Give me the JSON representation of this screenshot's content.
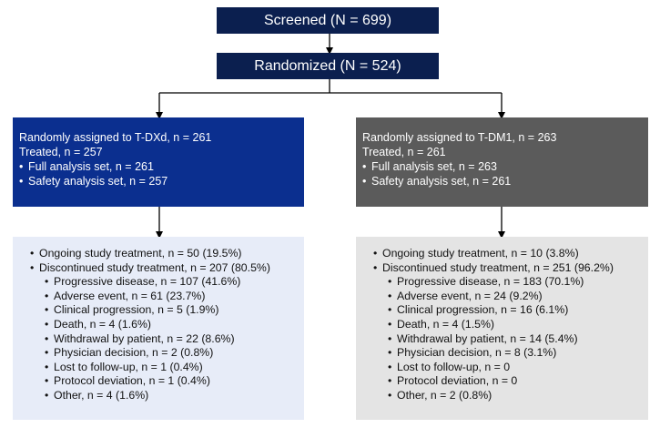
{
  "screened": "Screened (N = 699)",
  "randomized": "Randomized (N = 524)",
  "bullet": "•",
  "left_arm": {
    "lines": [
      "Randomly assigned to T-DXd, n = 261",
      "Treated, n = 257"
    ],
    "bullets": [
      "Full analysis set, n = 261",
      "Safety analysis set, n = 257"
    ]
  },
  "right_arm": {
    "lines": [
      "Randomly assigned to T-DM1, n = 263",
      "Treated, n = 261"
    ],
    "bullets": [
      "Full analysis set, n = 263",
      "Safety analysis set, n = 261"
    ]
  },
  "left_disposition": {
    "main": [
      "Ongoing study treatment, n = 50 (19.5%)",
      "Discontinued study treatment, n = 207 (80.5%)"
    ],
    "reasons": [
      "Progressive disease, n = 107 (41.6%)",
      "Adverse event, n = 61 (23.7%)",
      "Clinical progression, n = 5 (1.9%)",
      "Death, n = 4 (1.6%)",
      "Withdrawal by patient, n = 22 (8.6%)",
      "Physician decision, n = 2 (0.8%)",
      "Lost to follow-up, n = 1 (0.4%)",
      "Protocol deviation, n = 1 (0.4%)",
      "Other, n = 4 (1.6%)"
    ]
  },
  "right_disposition": {
    "main": [
      "Ongoing study treatment, n = 10 (3.8%)",
      "Discontinued study treatment, n = 251 (96.2%)"
    ],
    "reasons": [
      "Progressive disease, n = 183 (70.1%)",
      "Adverse event, n = 24 (9.2%)",
      "Clinical progression, n = 16 (6.1%)",
      "Death, n = 4 (1.5%)",
      "Withdrawal by patient, n = 14 (5.4%)",
      "Physician decision, n = 8 (3.1%)",
      "Lost to follow-up, n = 0",
      "Protocol deviation, n = 0",
      "Other, n = 2 (0.8%)"
    ]
  },
  "colors": {
    "top_box": "#0b1f4f",
    "left_arm": "#0b2f8f",
    "right_arm": "#5b5b5b",
    "left_disposition_bg": "#e7ecf8",
    "right_disposition_bg": "#e4e4e4",
    "connector": "#000000"
  }
}
